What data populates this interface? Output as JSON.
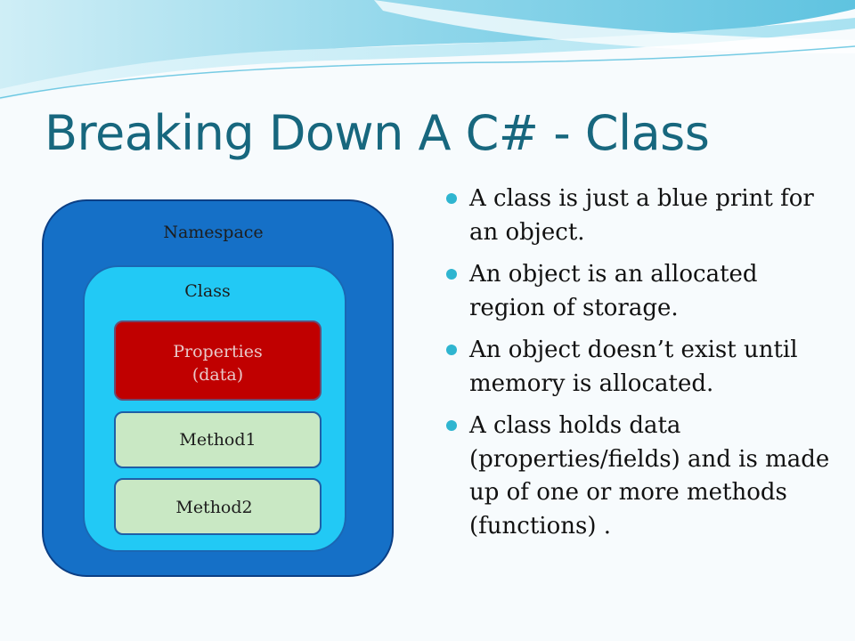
{
  "slide": {
    "title": "Breaking Down A C# - Class"
  },
  "diagram": {
    "namespace_label": "Namespace",
    "class_label": "Class",
    "properties_line1": "Properties",
    "properties_line2": "(data)",
    "method1_label": "Method1",
    "method2_label": "Method2"
  },
  "bullets": [
    "A class is just a blue print for an object.",
    "An object is an allocated region of storage.",
    "An object doesn’t exist until memory is allocated.",
    "A class holds data (properties/fields) and is made up of one or more methods (functions) ."
  ],
  "colors": {
    "title": "#17677e",
    "namespace_fill": "#1570c7",
    "class_fill": "#22c9f5",
    "properties_fill": "#c00000",
    "method_fill": "#c9e8c4",
    "bullet": "#2fb5d0"
  }
}
